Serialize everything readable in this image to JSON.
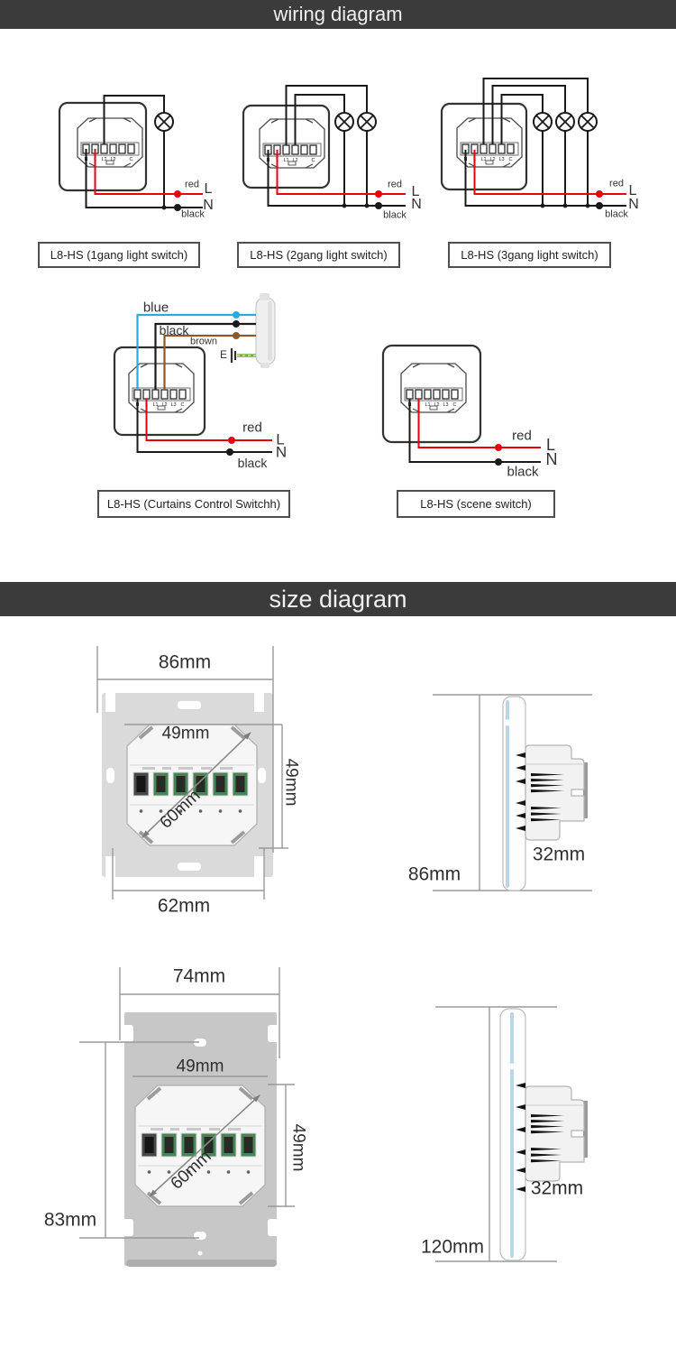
{
  "banners": {
    "wiring": "wiring diagram",
    "size": "size diagram"
  },
  "wiring": {
    "diagrams": [
      {
        "id": "1gang",
        "label": "L8-HS (1gang light switch)",
        "live_color": "red",
        "neutral_color": "black",
        "live": "L",
        "neutral": "N",
        "terminals": [
          "N",
          "L",
          "L1",
          "L2",
          "",
          "C"
        ],
        "lamp_count": 1
      },
      {
        "id": "2gang",
        "label": "L8-HS (2gang light switch)",
        "live_color": "red",
        "neutral_color": "black",
        "live": "L",
        "neutral": "N",
        "terminals": [
          "N",
          "L",
          "L1",
          "L2",
          "",
          "C"
        ],
        "lamp_count": 2
      },
      {
        "id": "3gang",
        "label": "L8-HS (3gang light switch)",
        "live_color": "red",
        "neutral_color": "black",
        "live": "L",
        "neutral": "N",
        "terminals": [
          "N",
          "L",
          "L1",
          "L2",
          "L3",
          "C"
        ],
        "lamp_count": 3
      },
      {
        "id": "curtains",
        "label": "L8-HS (Curtains Control Switchh)",
        "live_color": "red",
        "neutral_color": "black",
        "live": "L",
        "neutral": "N",
        "terminals": [
          "N",
          "L",
          "L1",
          "L2",
          "L3",
          "C"
        ],
        "motor_wires": {
          "blue": "blue",
          "black": "black",
          "brown": "brown",
          "earth": "E"
        }
      },
      {
        "id": "scene",
        "label": "L8-HS (scene switch)",
        "live_color": "red",
        "neutral_color": "black",
        "live": "L",
        "neutral": "N",
        "terminals": [
          "N",
          "L",
          "L1",
          "L2",
          "L3",
          "C"
        ]
      }
    ]
  },
  "size": {
    "front_small": {
      "width_top": "86mm",
      "inner_width": "49mm",
      "inner_height": "49mm",
      "diagonal": "60mm",
      "width_bottom": "62mm"
    },
    "side_small": {
      "depth": "32mm",
      "height": "86mm"
    },
    "front_tall": {
      "width_top": "74mm",
      "inner_width": "49mm",
      "inner_height": "49mm",
      "diagonal": "60mm",
      "hole_spacing": "83mm"
    },
    "side_tall": {
      "depth": "32mm",
      "height": "120mm"
    }
  },
  "colors": {
    "banner_bg": "#3b3b3b",
    "wire_red": "#e8000d",
    "wire_black": "#1a1a1a",
    "wire_blue": "#29abe2",
    "wire_brown": "#8a5a2a",
    "earth_green": "#6cb33f",
    "terminal_green": "#478556",
    "glass_blue": "#b8d6ea"
  }
}
